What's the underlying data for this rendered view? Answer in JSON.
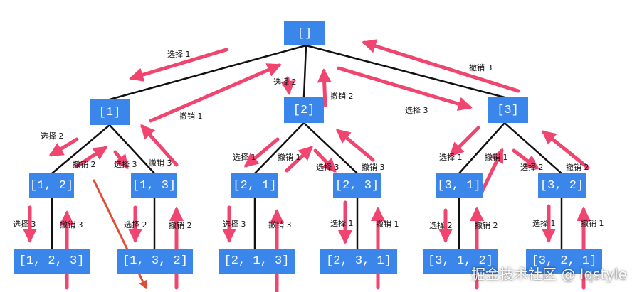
{
  "tree": {
    "root": "[]",
    "level1": [
      "[1]",
      "[2]",
      "[3]"
    ],
    "level2": [
      "[1, 2]",
      "[1, 3]",
      "[2, 1]",
      "[2, 3]",
      "[3, 1]",
      "[3, 2]"
    ],
    "level3": [
      "[1, 2, 3]",
      "[1, 3, 2]",
      "[2, 1, 3]",
      "[2, 3, 1]",
      "[3, 1, 2]",
      "[3, 2, 1]"
    ]
  },
  "labels": {
    "choose_1": "选择 1",
    "choose_2": "选择 2",
    "choose_3": "选择 3",
    "undo_1": "撤销 1",
    "undo_2": "撤销 2",
    "undo_3": "撤销 3"
  },
  "colors": {
    "node": "#3a86ea",
    "arrow": "#f0456f",
    "line": "#111111",
    "annotation": "#e04e3a"
  },
  "watermark": "掘金技术社区 @ lqstyle"
}
